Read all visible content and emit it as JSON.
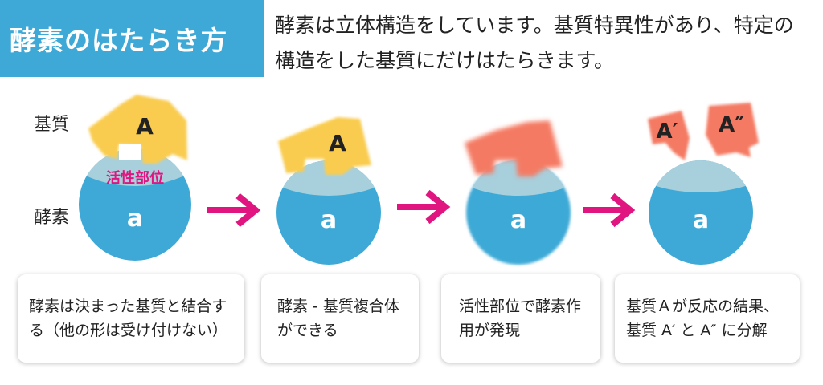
{
  "title": "酵素のはたらき方",
  "intro": "酵素は立体構造をしています。基質特異性があり、特定の構造をした基質にだけはたらきます。",
  "labels": {
    "substrate": "基質",
    "enzyme": "酵素",
    "active_site": "活性部位",
    "enzyme_letter": "a",
    "substrate_letter": "A",
    "product1": "A′",
    "product2": "A″"
  },
  "colors": {
    "enzyme": "#3ea9d6",
    "active_site": "#a8cfdc",
    "substrate": "#f9cc4f",
    "product": "#f47a63",
    "arrow": "#e0157f",
    "header": "#3ea9d6"
  },
  "cards": [
    {
      "text": "酵素は決まった基質と結合する（他の形は受け付けない）"
    },
    {
      "text": "酵素 - 基質複合体ができる"
    },
    {
      "text": "活性部位で酵素作用が発現"
    },
    {
      "text": "基質Ａが反応の結果、基質 A′ と A″ に分解"
    }
  ]
}
